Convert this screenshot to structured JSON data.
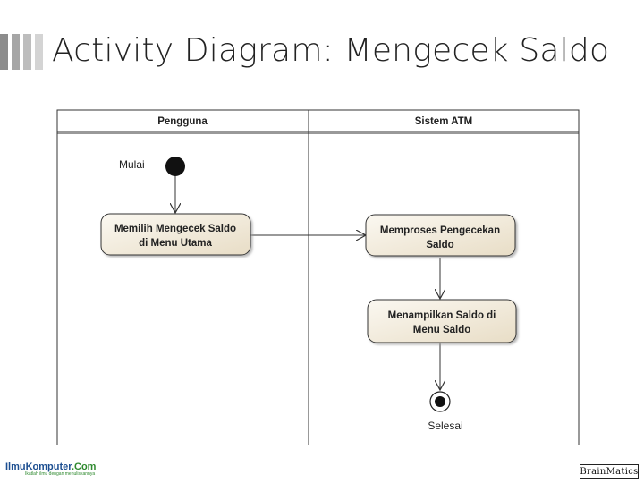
{
  "slide": {
    "title": "Activity Diagram: Mengecek Saldo"
  },
  "diagram": {
    "type": "activity",
    "lanes": [
      "Pengguna",
      "Sistem ATM"
    ],
    "start_label": "Mulai",
    "end_label": "Selesai",
    "activities": [
      {
        "line1": "Memilih Mengecek Saldo",
        "line2": "di Menu Utama"
      },
      {
        "line1": "Memproses Pengecekan",
        "line2": "Saldo"
      },
      {
        "line1": "Menampilkan Saldo di",
        "line2": "Menu Saldo"
      }
    ]
  },
  "footer": {
    "left_logo_main": "IlmuKomputer",
    "left_logo_tld": ".Com",
    "left_logo_tagline": "Ikatlah ilmu dengan menuliskannya",
    "right_logo": "BrainMatics"
  },
  "colors": {
    "activity_fill_light": "#fbf8f1",
    "activity_fill_dark": "#e8ddc6",
    "stroke": "#333333",
    "deco_bar_dark": "#8c8c8c",
    "deco_bar_light": "#c8c8c8"
  }
}
